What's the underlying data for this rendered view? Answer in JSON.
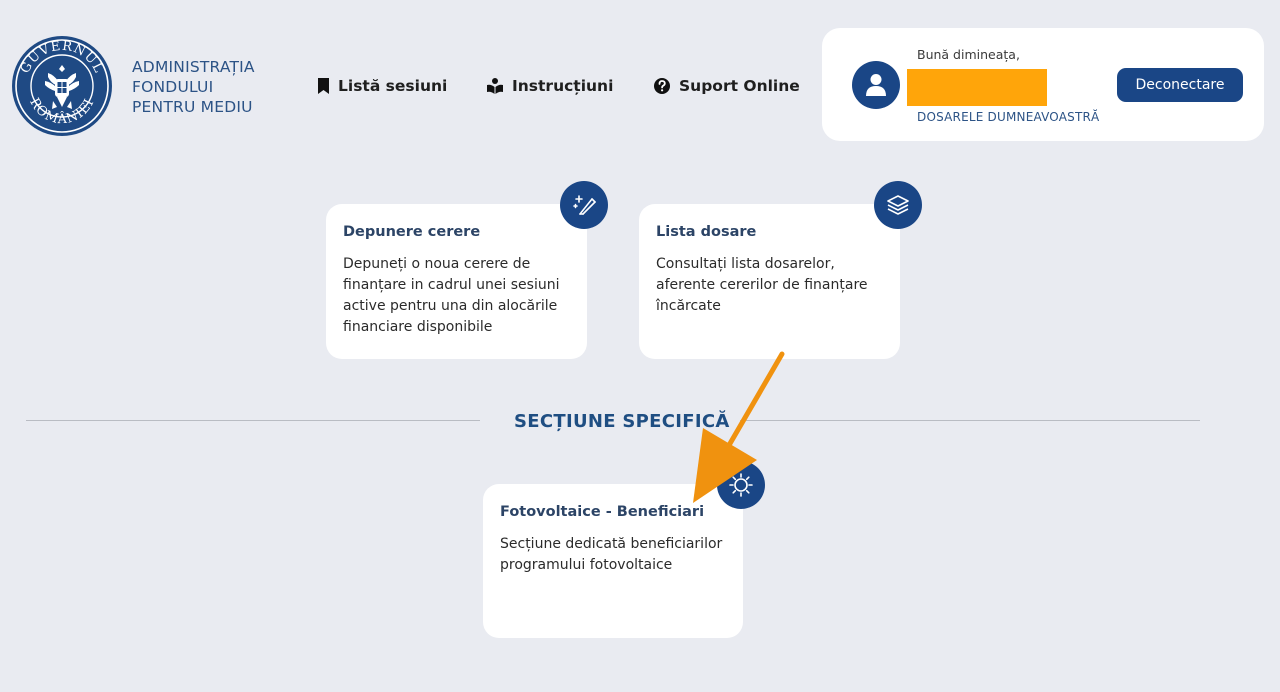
{
  "brand": {
    "line1": "ADMINISTRAȚIA",
    "line2": "FONDULUI",
    "line3": "PENTRU MEDIU",
    "logo_text_top": "GUVERNUL",
    "logo_text_bottom": "ROMÂNIEI"
  },
  "nav": {
    "sessions_label": "Listă sesiuni",
    "instructions_label": "Instrucțiuni",
    "support_label": "Suport Online"
  },
  "user": {
    "greeting": "Bună dimineața,",
    "name": "",
    "files_link": "DOSARELE DUMNEAVOASTRĂ",
    "logout_label": "Deconectare"
  },
  "cards": [
    {
      "title": "Depunere cerere",
      "description": "Depuneți o noua cerere de finanțare in cadrul unei sesiuni active pentru una din alocările financiare disponibile",
      "icon": "magic-wand-icon"
    },
    {
      "title": "Lista dosare",
      "description": "Consultați lista dosarelor, aferente cererilor de finanțare încărcate",
      "icon": "layers-icon"
    }
  ],
  "section": {
    "title": "SECȚIUNE SPECIFICĂ",
    "cards": [
      {
        "title": "Fotovoltaice - Beneficiari",
        "description": "Secțiune dedicată beneficiarilor programului fotovoltaice",
        "icon": "sun-icon"
      }
    ]
  },
  "colors": {
    "primary": "#1a4686",
    "background": "#e9ebf1",
    "highlight": "#ffa50a",
    "annotation_arrow": "#f0920f"
  }
}
